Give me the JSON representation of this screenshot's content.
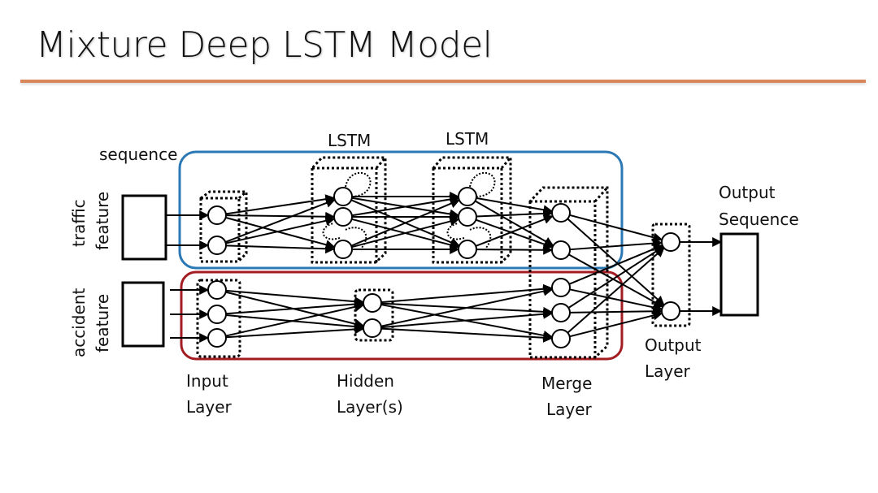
{
  "slide": {
    "title": "Mixture Deep LSTM Model",
    "accent_color": "#d9875a"
  },
  "diagram": {
    "branches": {
      "traffic": {
        "border_color": "#2b78b4",
        "input_label_1": "traffic",
        "input_label_2": "feature",
        "sequence_label": "sequence"
      },
      "accident": {
        "border_color": "#a31c22",
        "input_label_1": "accident",
        "input_label_2": "feature"
      }
    },
    "layer_labels": {
      "lstm_1": "LSTM",
      "lstm_2": "LSTM",
      "input_1": "Input",
      "input_2": "Layer",
      "hidden_1": "Hidden",
      "hidden_2": "Layer(s)",
      "merge_1": "Merge",
      "merge_2": "Layer",
      "output_1": "Output",
      "output_2": "Layer",
      "output_seq_1": "Output",
      "output_seq_2": "Sequence"
    },
    "layers": [
      {
        "name": "traffic-input",
        "nodes": 2
      },
      {
        "name": "lstm-1",
        "nodes": 3
      },
      {
        "name": "lstm-2",
        "nodes": 3
      },
      {
        "name": "accident-input",
        "nodes": 3
      },
      {
        "name": "accident-hidden",
        "nodes": 2
      },
      {
        "name": "merge",
        "nodes": 5
      },
      {
        "name": "output",
        "nodes": 2
      }
    ]
  }
}
